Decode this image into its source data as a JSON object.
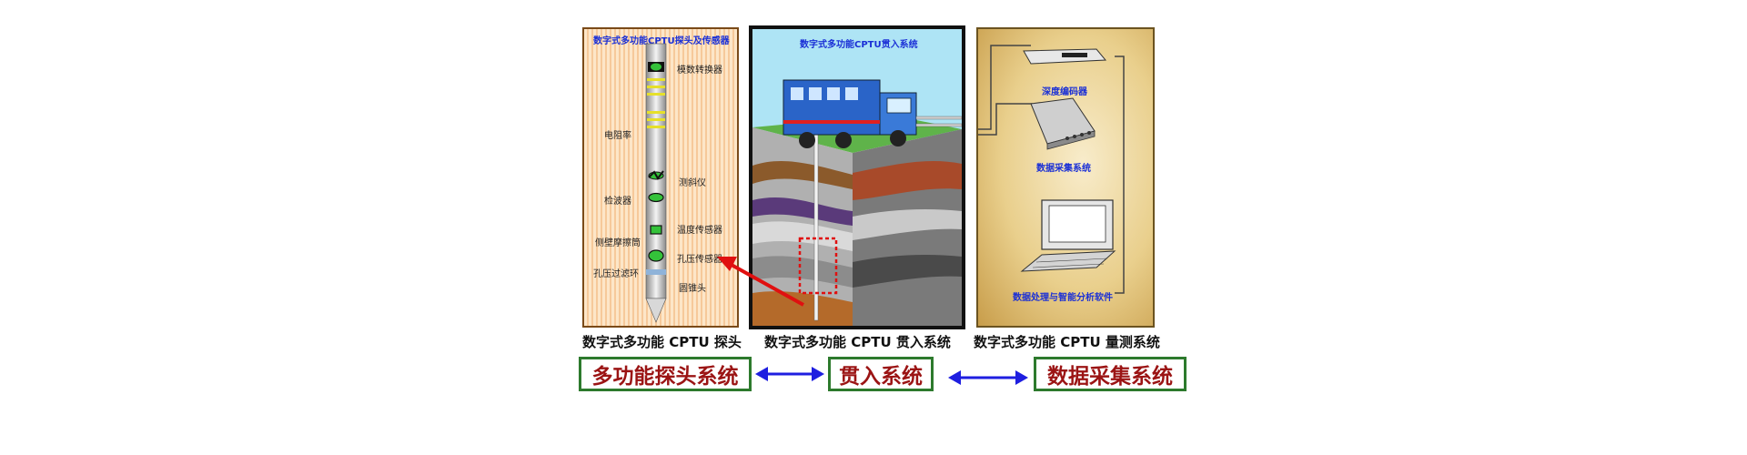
{
  "probe_panel": {
    "title": "数字式多功能CPTU探头及传感器",
    "labels": {
      "mode_converter": "模数转换器",
      "resistivity": "电阻率",
      "inclinometer": "测斜仪",
      "geophone": "检波器",
      "temperature_sensor": "温度传感器",
      "friction_sleeve": "侧壁摩擦筒",
      "pore_pressure_sensor": "孔压传感器",
      "pore_filter_ring": "孔压过滤环",
      "cone_tip": "圆锥头"
    }
  },
  "penetration_panel": {
    "title": "数字式多功能CPTU贯入系统"
  },
  "measurement_panel": {
    "labels": {
      "depth_encoder": "深度编码器",
      "data_acquisition": "数据采集系统",
      "software": "数据处理与智能分析软件"
    }
  },
  "captions": {
    "probe": "数字式多功能 CPTU 探头",
    "penetration": "数字式多功能 CPTU 贯入系统",
    "measurement": "数字式多功能 CPTU 量测系统"
  },
  "systems": {
    "probe": "多功能探头系统",
    "penetration": "贯入系统",
    "acquisition": "数据采集系统"
  },
  "colors": {
    "title_blue": "#1a2fd6",
    "system_text": "#9b1414",
    "system_border": "#2d7a2d",
    "arrow_blue": "#1e1ee0",
    "pointer_red": "#e01010"
  }
}
